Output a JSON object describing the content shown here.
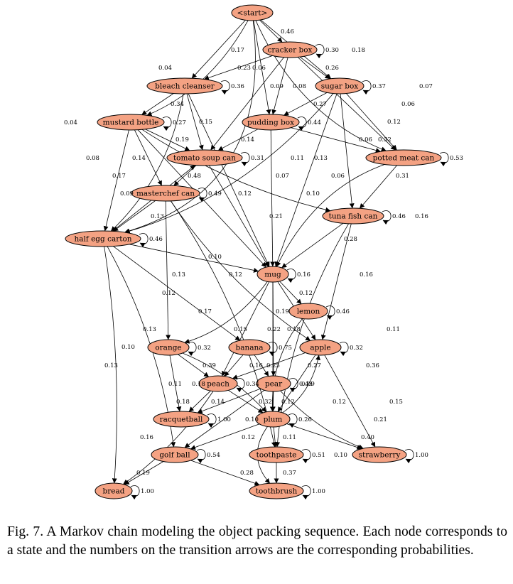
{
  "diagram": {
    "node_fill": "#f4a283",
    "nodes": [
      {
        "id": "start",
        "label": "<start>"
      },
      {
        "id": "cracker",
        "label": "cracker box"
      },
      {
        "id": "bleach",
        "label": "bleach cleanser"
      },
      {
        "id": "sugar",
        "label": "sugar box"
      },
      {
        "id": "mustard",
        "label": "mustard bottle"
      },
      {
        "id": "pudding",
        "label": "pudding box"
      },
      {
        "id": "tomato",
        "label": "tomato soup can"
      },
      {
        "id": "potted",
        "label": "potted meat can"
      },
      {
        "id": "masterchef",
        "label": "masterchef can"
      },
      {
        "id": "tuna",
        "label": "tuna fish can"
      },
      {
        "id": "halfegg",
        "label": "half egg carton"
      },
      {
        "id": "mug",
        "label": "mug"
      },
      {
        "id": "lemon",
        "label": "lemon"
      },
      {
        "id": "orange",
        "label": "orange"
      },
      {
        "id": "banana",
        "label": "banana"
      },
      {
        "id": "apple",
        "label": "apple"
      },
      {
        "id": "peach",
        "label": "peach"
      },
      {
        "id": "pear",
        "label": "pear"
      },
      {
        "id": "racquetball",
        "label": "racquetball"
      },
      {
        "id": "plum",
        "label": "plum"
      },
      {
        "id": "golfball",
        "label": "golf ball"
      },
      {
        "id": "toothpaste",
        "label": "toothpaste"
      },
      {
        "id": "strawberry",
        "label": "strawberry"
      },
      {
        "id": "bread",
        "label": "bread"
      },
      {
        "id": "toothbrush",
        "label": "toothbrush"
      }
    ],
    "edges": [
      {
        "from": "start",
        "to": "cracker",
        "p": "0.46"
      },
      {
        "from": "start",
        "to": "sugar",
        "p": "0.18"
      },
      {
        "from": "start",
        "to": "bleach",
        "p": "0.17"
      },
      {
        "from": "start",
        "to": "mustard",
        "p": "0.04"
      },
      {
        "from": "start",
        "to": "pudding",
        "p": "0.06"
      },
      {
        "from": "start",
        "to": "potted",
        "p": "0.07"
      },
      {
        "from": "start",
        "to": "halfegg",
        "p": "0.04"
      },
      {
        "from": "cracker",
        "to": "cracker",
        "p": "0.30"
      },
      {
        "from": "cracker",
        "to": "bleach",
        "p": "0.23"
      },
      {
        "from": "cracker",
        "to": "sugar",
        "p": "0.26"
      },
      {
        "from": "cracker",
        "to": "pudding",
        "p": "0.09"
      },
      {
        "from": "cracker",
        "to": "tomato",
        "p": "0.08"
      },
      {
        "from": "cracker",
        "to": "potted",
        "p": "0.06"
      },
      {
        "from": "bleach",
        "to": "bleach",
        "p": "0.36"
      },
      {
        "from": "bleach",
        "to": "mustard",
        "p": "0.34"
      },
      {
        "from": "bleach",
        "to": "tomato",
        "p": "0.15"
      },
      {
        "from": "bleach",
        "to": "halfegg",
        "p": "0.08"
      },
      {
        "from": "bleach",
        "to": "mug",
        "p": "0.07"
      },
      {
        "from": "sugar",
        "to": "sugar",
        "p": "0.37"
      },
      {
        "from": "sugar",
        "to": "pudding",
        "p": "0.27"
      },
      {
        "from": "sugar",
        "to": "potted",
        "p": "0.12"
      },
      {
        "from": "sugar",
        "to": "tuna",
        "p": "0.06"
      },
      {
        "from": "sugar",
        "to": "mug",
        "p": "0.06"
      },
      {
        "from": "sugar",
        "to": "halfegg",
        "p": "0.13"
      },
      {
        "from": "mustard",
        "to": "mustard",
        "p": "0.27"
      },
      {
        "from": "mustard",
        "to": "tomato",
        "p": "0.19"
      },
      {
        "from": "mustard",
        "to": "masterchef",
        "p": "0.14"
      },
      {
        "from": "mustard",
        "to": "halfegg",
        "p": "0.17"
      },
      {
        "from": "mustard",
        "to": "tuna",
        "p": "0.11"
      },
      {
        "from": "mustard",
        "to": "mug",
        "p": "0.12"
      },
      {
        "from": "pudding",
        "to": "pudding",
        "p": "0.44"
      },
      {
        "from": "pudding",
        "to": "tomato",
        "p": "0.14"
      },
      {
        "from": "pudding",
        "to": "potted",
        "p": "0.32"
      },
      {
        "from": "pudding",
        "to": "mug",
        "p": "0.10"
      },
      {
        "from": "tomato",
        "to": "tomato",
        "p": "0.31"
      },
      {
        "from": "tomato",
        "to": "masterchef",
        "p": "0.48"
      },
      {
        "from": "tomato",
        "to": "mug",
        "p": "0.21"
      },
      {
        "from": "potted",
        "to": "potted",
        "p": "0.53"
      },
      {
        "from": "potted",
        "to": "tuna",
        "p": "0.31"
      },
      {
        "from": "potted",
        "to": "mug",
        "p": "0.16"
      },
      {
        "from": "masterchef",
        "to": "masterchef",
        "p": "0.49"
      },
      {
        "from": "masterchef",
        "to": "halfegg",
        "p": "0.13"
      },
      {
        "from": "masterchef",
        "to": "orange",
        "p": "0.13"
      },
      {
        "from": "masterchef",
        "to": "toothpaste",
        "p": "0.13"
      },
      {
        "from": "masterchef",
        "to": "apple",
        "p": "0.12"
      },
      {
        "from": "halfegg",
        "to": "halfegg",
        "p": "0.46"
      },
      {
        "from": "halfegg",
        "to": "tomato",
        "p": "0.09"
      },
      {
        "from": "halfegg",
        "to": "mug",
        "p": "0.10"
      },
      {
        "from": "halfegg",
        "to": "banana",
        "p": "0.12"
      },
      {
        "from": "halfegg",
        "to": "golfball",
        "p": "0.10"
      },
      {
        "from": "halfegg",
        "to": "bread",
        "p": "0.13"
      },
      {
        "from": "tuna",
        "to": "tuna",
        "p": "0.46"
      },
      {
        "from": "tuna",
        "to": "mug",
        "p": "0.28"
      },
      {
        "from": "tuna",
        "to": "apple",
        "p": "0.16"
      },
      {
        "from": "tuna",
        "to": "toothpaste",
        "p": "0.11"
      },
      {
        "from": "mug",
        "to": "mug",
        "p": "0.16"
      },
      {
        "from": "mug",
        "to": "lemon",
        "p": "0.12"
      },
      {
        "from": "mug",
        "to": "orange",
        "p": "0.17"
      },
      {
        "from": "mug",
        "to": "peach",
        "p": "0.15"
      },
      {
        "from": "mug",
        "to": "apple",
        "p": "0.18"
      },
      {
        "from": "mug",
        "to": "pear",
        "p": "0.19"
      },
      {
        "from": "mug",
        "to": "plum",
        "p": "0.22"
      },
      {
        "from": "lemon",
        "to": "lemon",
        "p": "0.46"
      },
      {
        "from": "lemon",
        "to": "plum",
        "p": "0.36"
      },
      {
        "from": "orange",
        "to": "orange",
        "p": "0.32"
      },
      {
        "from": "orange",
        "to": "peach",
        "p": "0.39"
      },
      {
        "from": "orange",
        "to": "racquetball",
        "p": "0.11"
      },
      {
        "from": "orange",
        "to": "plum",
        "p": "0.18"
      },
      {
        "from": "banana",
        "to": "banana",
        "p": "0.75"
      },
      {
        "from": "banana",
        "to": "peach",
        "p": "0.16"
      },
      {
        "from": "banana",
        "to": "pear",
        "p": "0.25"
      },
      {
        "from": "apple",
        "to": "apple",
        "p": "0.32"
      },
      {
        "from": "apple",
        "to": "peach",
        "p": "0.27"
      },
      {
        "from": "apple",
        "to": "plum",
        "p": "0.09"
      },
      {
        "from": "apple",
        "to": "strawberry",
        "p": "0.15"
      },
      {
        "from": "peach",
        "to": "peach",
        "p": "0.34"
      },
      {
        "from": "peach",
        "to": "racquetball",
        "p": "0.18"
      },
      {
        "from": "peach",
        "to": "plum",
        "p": "0.32"
      },
      {
        "from": "peach",
        "to": "bread",
        "p": "0.16"
      },
      {
        "from": "pear",
        "to": "pear",
        "p": "0.43"
      },
      {
        "from": "pear",
        "to": "racquetball",
        "p": "0.14"
      },
      {
        "from": "pear",
        "to": "plum",
        "p": "0.12"
      },
      {
        "from": "pear",
        "to": "golfball",
        "p": "0.10"
      },
      {
        "from": "pear",
        "to": "strawberry",
        "p": "0.21"
      },
      {
        "from": "racquetball",
        "to": "racquetball",
        "p": "1.00"
      },
      {
        "from": "plum",
        "to": "plum",
        "p": "0.26"
      },
      {
        "from": "plum",
        "to": "golfball",
        "p": "0.12"
      },
      {
        "from": "plum",
        "to": "toothpaste",
        "p": "0.11"
      },
      {
        "from": "plum",
        "to": "strawberry",
        "p": "0.40"
      },
      {
        "from": "plum",
        "to": "toothbrush",
        "p": "0.10"
      },
      {
        "from": "plum",
        "to": "apple",
        "p": "0.12"
      },
      {
        "from": "golfball",
        "to": "golfball",
        "p": "0.54"
      },
      {
        "from": "golfball",
        "to": "bread",
        "p": "0.19"
      },
      {
        "from": "golfball",
        "to": "toothbrush",
        "p": "0.28"
      },
      {
        "from": "toothpaste",
        "to": "toothpaste",
        "p": "0.51"
      },
      {
        "from": "toothpaste",
        "to": "toothbrush",
        "p": "0.37"
      },
      {
        "from": "strawberry",
        "to": "strawberry",
        "p": "1.00"
      },
      {
        "from": "bread",
        "to": "bread",
        "p": "1.00"
      },
      {
        "from": "toothbrush",
        "to": "toothbrush",
        "p": "1.00"
      }
    ]
  },
  "caption": {
    "text": "Fig. 7.   A Markov chain modeling the object packing sequence. Each node corresponds to a state and the numbers on the transition arrows are the corresponding probabilities."
  }
}
